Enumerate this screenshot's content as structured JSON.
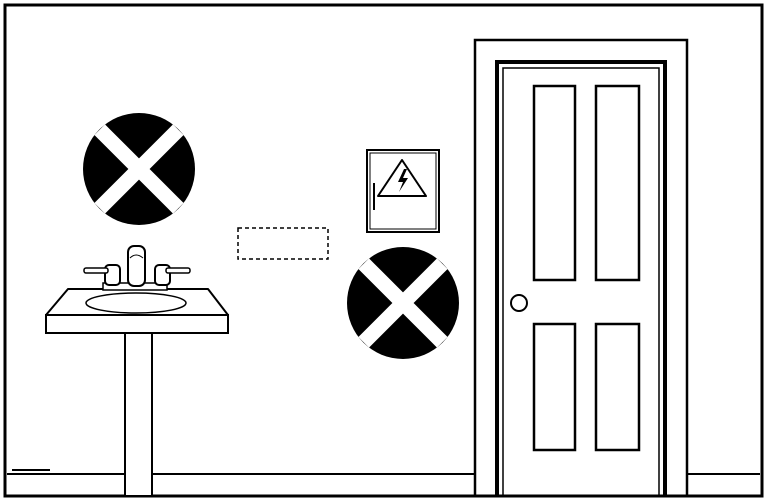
{
  "scene": {
    "objects": [
      {
        "name": "pedestal-sink",
        "icon": "sink-icon"
      },
      {
        "name": "door",
        "icon": "door-icon"
      },
      {
        "name": "electrical-panel",
        "icon": "high-voltage-warning-icon"
      },
      {
        "name": "prohibited-marker-left",
        "icon": "x-circle-icon"
      },
      {
        "name": "prohibited-marker-right",
        "icon": "x-circle-icon"
      },
      {
        "name": "outlet-placeholder",
        "icon": "dashed-rectangle-icon"
      }
    ]
  },
  "colors": {
    "line": "#000000",
    "fill": "#ffffff",
    "marker": "#000000"
  }
}
